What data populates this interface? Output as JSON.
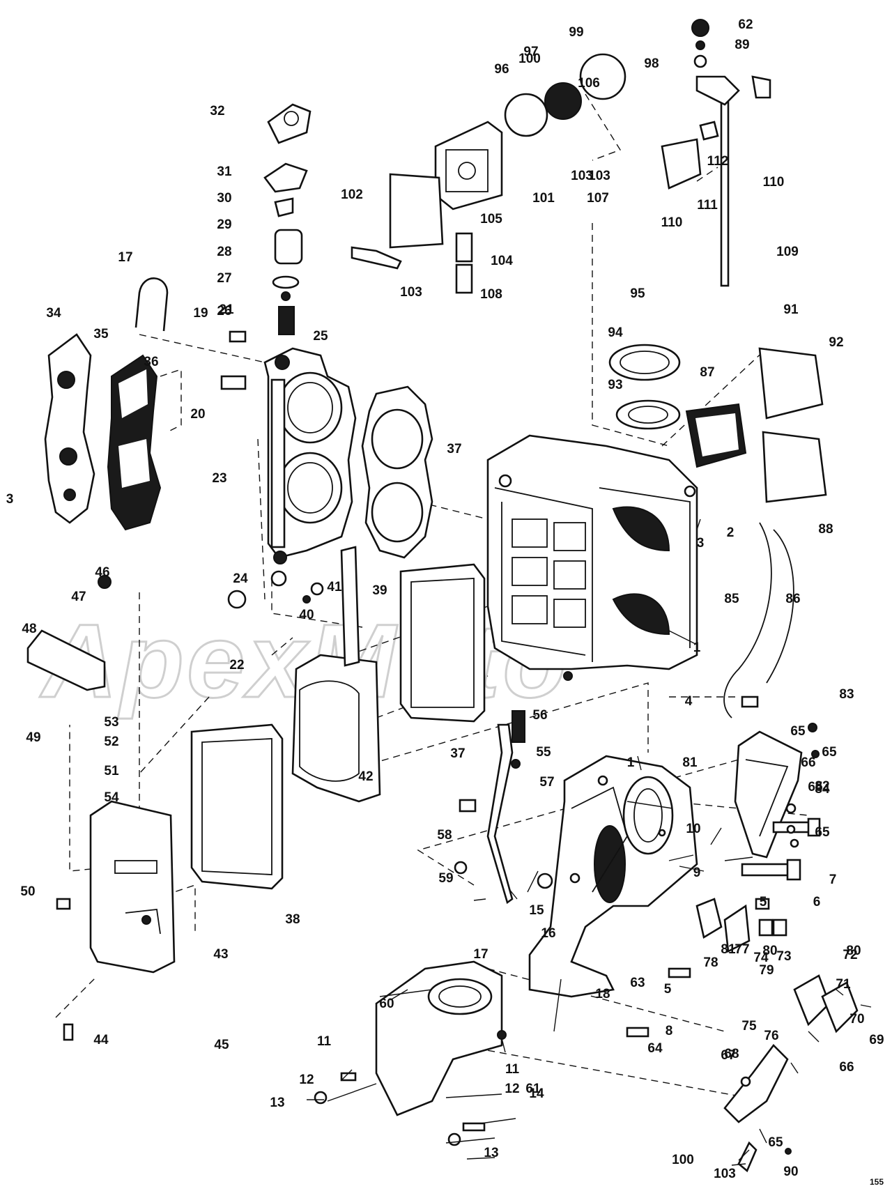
{
  "diagram": {
    "figure_number": "155",
    "watermark_text": "ApexMoto",
    "part_labels": [
      "1",
      "1",
      "2",
      "3",
      "3",
      "4",
      "5",
      "5",
      "6",
      "7",
      "8",
      "9",
      "10",
      "11",
      "11",
      "12",
      "12",
      "13",
      "13",
      "14",
      "15",
      "16",
      "17",
      "17",
      "18",
      "19",
      "20",
      "21",
      "22",
      "23",
      "24",
      "25",
      "26",
      "27",
      "28",
      "29",
      "30",
      "31",
      "32",
      "34",
      "35",
      "36",
      "37",
      "37",
      "38",
      "39",
      "40",
      "41",
      "42",
      "43",
      "44",
      "45",
      "46",
      "47",
      "48",
      "49",
      "50",
      "51",
      "52",
      "53",
      "54",
      "55",
      "56",
      "57",
      "58",
      "59",
      "60",
      "61",
      "62",
      "63",
      "64",
      "65",
      "65",
      "65",
      "65",
      "65",
      "66",
      "66",
      "67",
      "68",
      "69",
      "70",
      "71",
      "72",
      "73",
      "74",
      "75",
      "76",
      "77",
      "78",
      "79",
      "80",
      "80",
      "81",
      "81",
      "82",
      "83",
      "84",
      "85",
      "86",
      "87",
      "88",
      "89",
      "90",
      "91",
      "92",
      "93",
      "94",
      "95",
      "96",
      "97",
      "98",
      "99",
      "100",
      "100",
      "101",
      "102",
      "103",
      "103",
      "103",
      "103",
      "104",
      "105",
      "106",
      "107",
      "108",
      "109",
      "110",
      "110",
      "111",
      "112"
    ]
  }
}
